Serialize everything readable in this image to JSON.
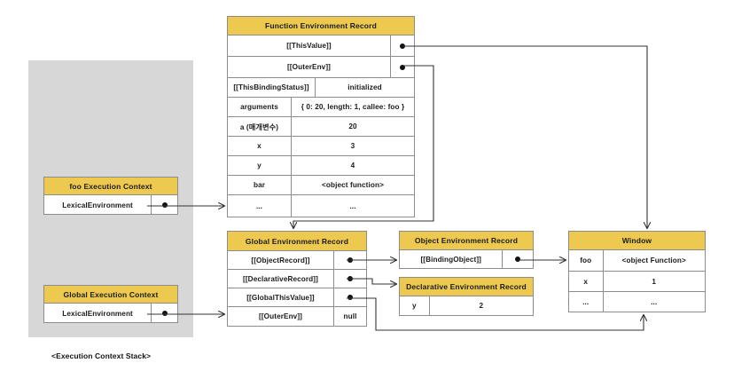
{
  "stack": {
    "caption": "<Execution Context Stack>",
    "contexts": [
      {
        "title": "foo Execution Context",
        "field_label": "LexicalEnvironment",
        "pointer": "pointer-dot"
      },
      {
        "title": "Global Execution Context",
        "field_label": "LexicalEnvironment",
        "pointer": "pointer-dot"
      }
    ]
  },
  "function_environment_record": {
    "title": "Function Environment Record",
    "rows": [
      {
        "key": "[[ThisValue]]",
        "value": "",
        "pointer": "pointer-dot"
      },
      {
        "key": "[[OuterEnv]]",
        "value": "",
        "pointer": "pointer-dot"
      },
      {
        "key": "[[ThisBindingStatus]]",
        "value": "initialized"
      },
      {
        "key": "arguments",
        "value": "{ 0: 20, length: 1, callee: foo }"
      },
      {
        "key": "a (매개변수)",
        "value": "20"
      },
      {
        "key": "x",
        "value": "3"
      },
      {
        "key": "y",
        "value": "4"
      },
      {
        "key": "bar",
        "value": "<object function>"
      },
      {
        "key": "...",
        "value": "..."
      }
    ]
  },
  "global_environment_record": {
    "title": "Global Environment Record",
    "rows": [
      {
        "key": "[[ObjectRecord]]",
        "value": "",
        "pointer": "pointer-dot"
      },
      {
        "key": "[[DeclarativeRecord]]",
        "value": "",
        "pointer": "pointer-dot"
      },
      {
        "key": "[[GlobalThisValue]]",
        "value": "",
        "pointer": "pointer-dot"
      },
      {
        "key": "[[OuterEnv]]",
        "value": "null"
      }
    ]
  },
  "object_environment_record": {
    "title": "Object Environment Record",
    "rows": [
      {
        "key": "[[BindingObject]]",
        "value": "",
        "pointer": "pointer-dot"
      }
    ]
  },
  "declarative_environment_record": {
    "title": "Declarative Environment Record",
    "rows": [
      {
        "key": "y",
        "value": "2"
      }
    ]
  },
  "window": {
    "title": "Window",
    "rows": [
      {
        "key": "foo",
        "value": "<object Function>"
      },
      {
        "key": "x",
        "value": "1"
      },
      {
        "key": "...",
        "value": "..."
      }
    ]
  },
  "colors": {
    "header_yellow": "#eec94f",
    "panel_gray": "#d7d7d7",
    "border": "#8c8c8c",
    "wire": "#333333",
    "text": "#1b1b1b"
  }
}
